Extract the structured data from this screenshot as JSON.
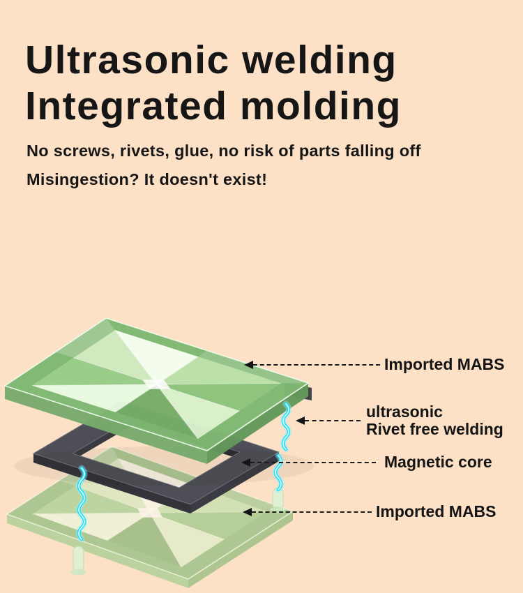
{
  "page": {
    "background_color": "#fce1c6",
    "text_color": "#161616"
  },
  "header": {
    "title_line1": "Ultrasonic welding",
    "title_line2": "Integrated molding",
    "subtitle_line1": "No screws, rivets, glue, no risk of parts falling off",
    "subtitle_line2": "Misingestion? It doesn't exist!"
  },
  "diagram": {
    "description": "Exploded view of magnetic tile: top shell, magnetic core frame, bottom shell, ultrasonic weld marks",
    "callouts": [
      {
        "label": "Imported MABS"
      },
      {
        "line1": "ultrasonic",
        "line2": "Rivet free welding"
      },
      {
        "label": "Magnetic core"
      },
      {
        "label": "Imported MABS"
      }
    ],
    "colors": {
      "tile_green": "#7fb873",
      "tile_light_green": "#dff2d6",
      "core_gray": "#4e4e56",
      "weld_cyan": "#1fe0fb"
    }
  }
}
